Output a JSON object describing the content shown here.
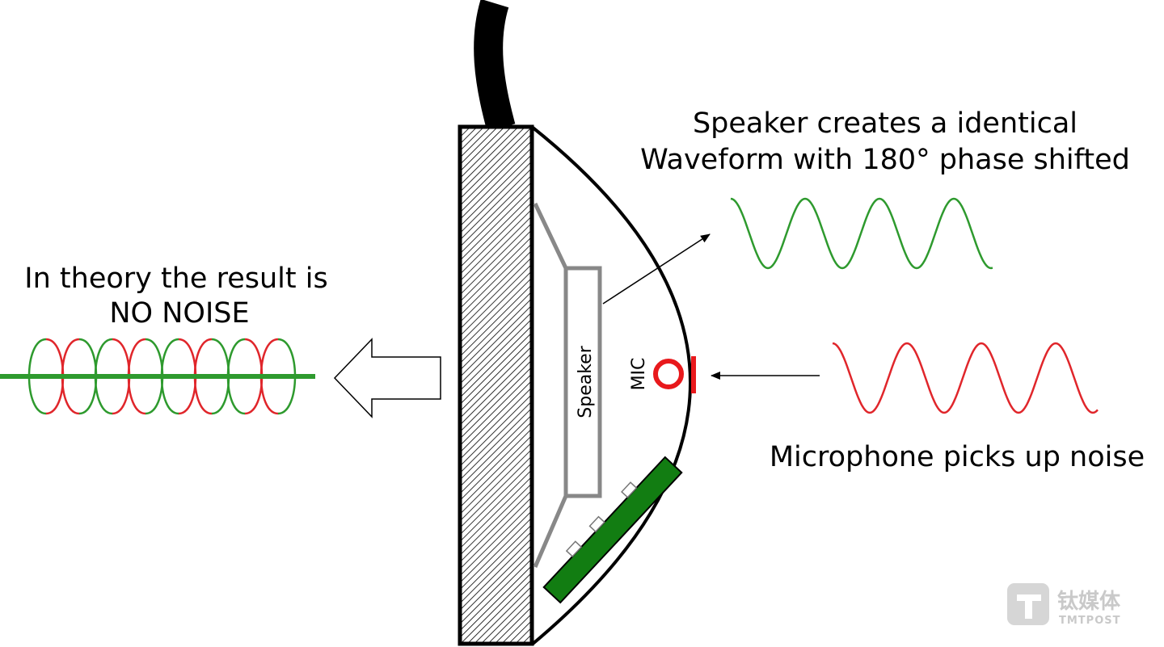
{
  "labels": {
    "speaker_caption_line1": "Speaker creates a identical",
    "speaker_caption_line2": "Waveform with 180° phase shifted",
    "result_line1": "In theory the result is",
    "result_line2": "NO NOISE",
    "mic_caption": "Microphone picks up noise",
    "speaker": "Speaker",
    "mic": "MIC"
  },
  "watermark": {
    "name_cn": "钛媒体",
    "name_en": "TMTPOST"
  },
  "colors": {
    "noise_wave": "#e0262b",
    "anti_wave": "#2e9a2e",
    "pcb": "#127d12",
    "speaker_outline": "#888888",
    "mic": "#e8191c"
  }
}
